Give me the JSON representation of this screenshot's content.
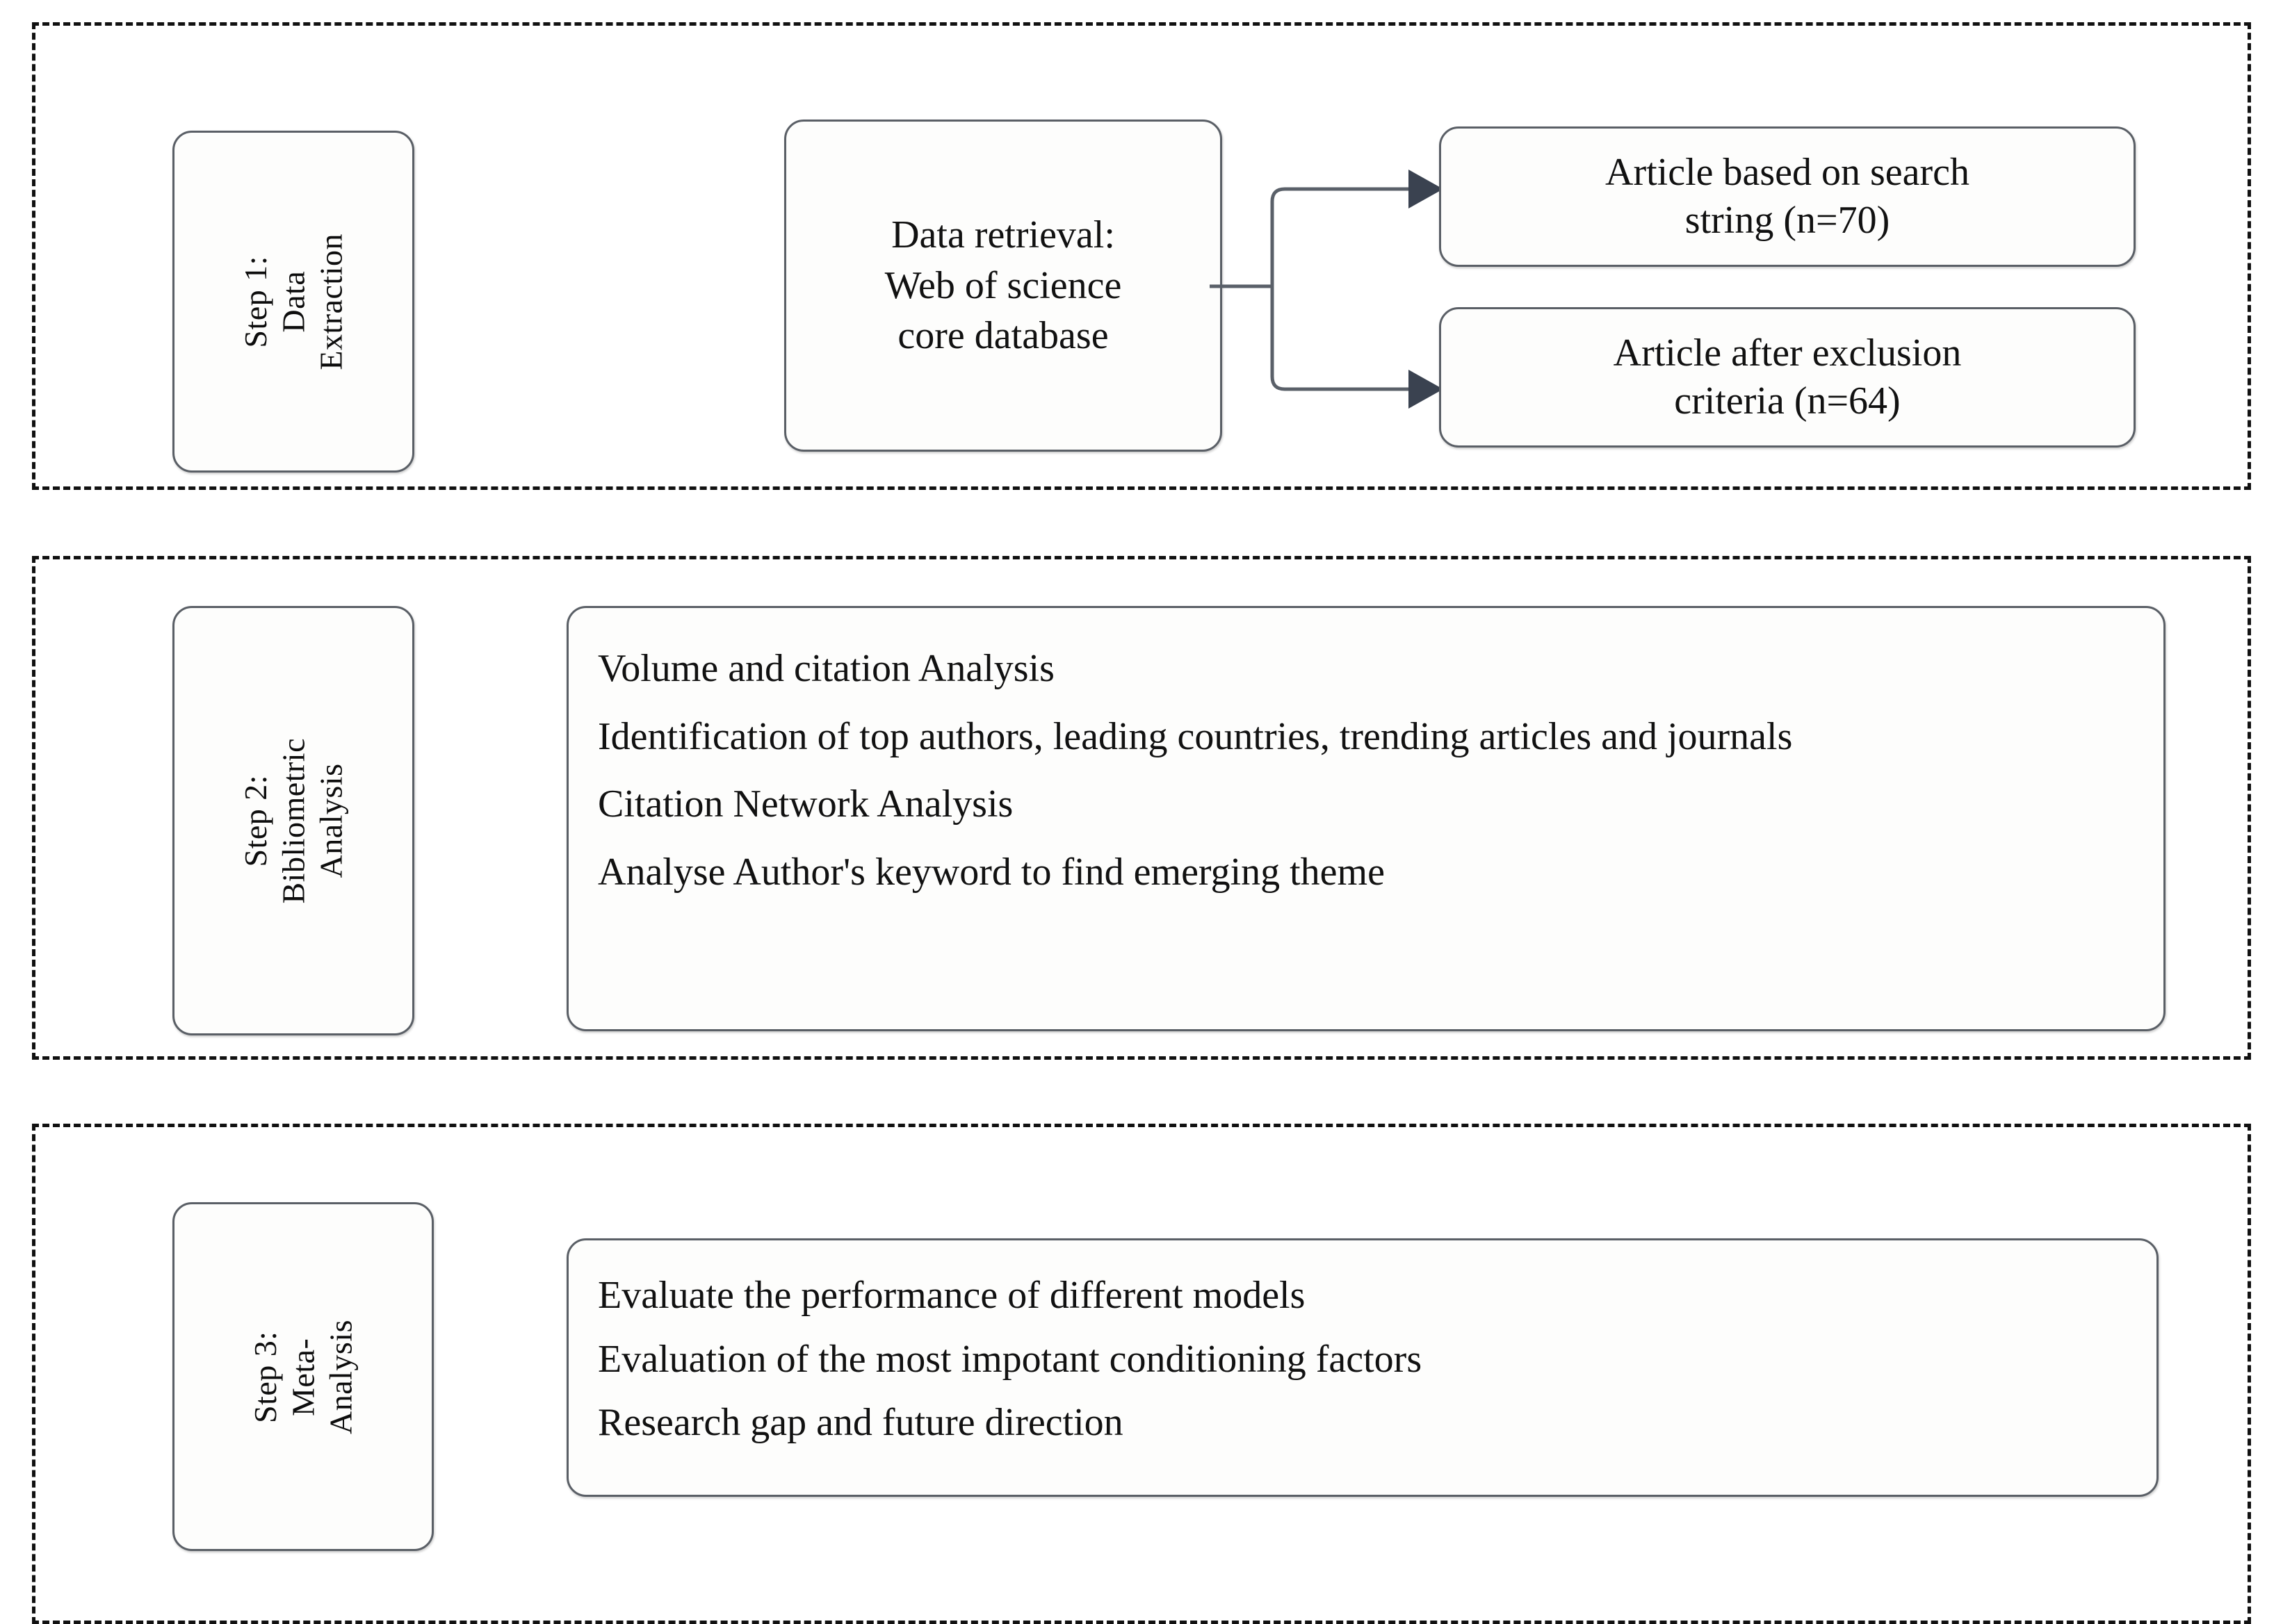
{
  "diagram": {
    "title": "Three-step research methodology flowchart",
    "colors": {
      "dashed_border": "#111111",
      "box_border": "#5a5f66",
      "connector_line": "#5a6069",
      "arrow_head": "#3a4250",
      "box_fill": "#fdfdfc",
      "text": "#111111"
    }
  },
  "steps": [
    {
      "id": "step-1",
      "label": "Step 1:\nData\nExtraction",
      "source_box": "Data retrieval:\nWeb of science\ncore database",
      "outcomes": [
        "Article based on  search\nstring  (n=70)",
        "Article after exclusion\ncriteria (n=64)"
      ]
    },
    {
      "id": "step-2",
      "label": "Step 2:\nBibliometric\nAnalysis",
      "items": [
        "Volume and citation Analysis",
        "Identification of  top authors, leading countries, trending  articles and journals",
        "Citation Network Analysis",
        "Analyse Author's keyword to find emerging theme"
      ]
    },
    {
      "id": "step-3",
      "label": "Step 3:\nMeta-\nAnalysis",
      "items": [
        "Evaluate the performance of different models",
        "Evaluation of the most impotant conditioning factors",
        "Research gap and future direction"
      ]
    }
  ]
}
